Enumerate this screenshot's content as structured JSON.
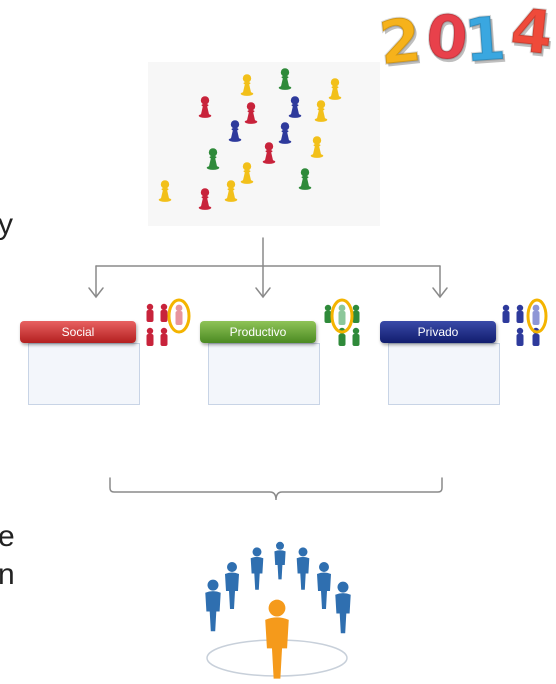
{
  "year": {
    "digits": [
      {
        "char": "2",
        "color": "#f6b21b"
      },
      {
        "char": "0",
        "color": "#e8414b"
      },
      {
        "char": "1",
        "color": "#3aa7e0"
      },
      {
        "char": "4",
        "color": "#ef4a3a"
      }
    ]
  },
  "side_text": {
    "top_letter": "y",
    "bottom_letters": [
      "e",
      "n"
    ]
  },
  "categories": [
    {
      "label": "Social",
      "color_top": "#e86161",
      "color_bottom": "#b31f1f",
      "pawn_color": "#c8233b"
    },
    {
      "label": "Productivo",
      "color_top": "#8fc357",
      "color_bottom": "#4b8a22",
      "pawn_color": "#2f8a3a"
    },
    {
      "label": "Privado",
      "color_top": "#3a4aa8",
      "color_bottom": "#111d6e",
      "pawn_color": "#2e3a9c"
    }
  ],
  "colors": {
    "connector": "#8a8a8a",
    "highlight_ring": "#f4b400",
    "network_person": "#2f6fb0",
    "network_center": "#f59a1b"
  }
}
